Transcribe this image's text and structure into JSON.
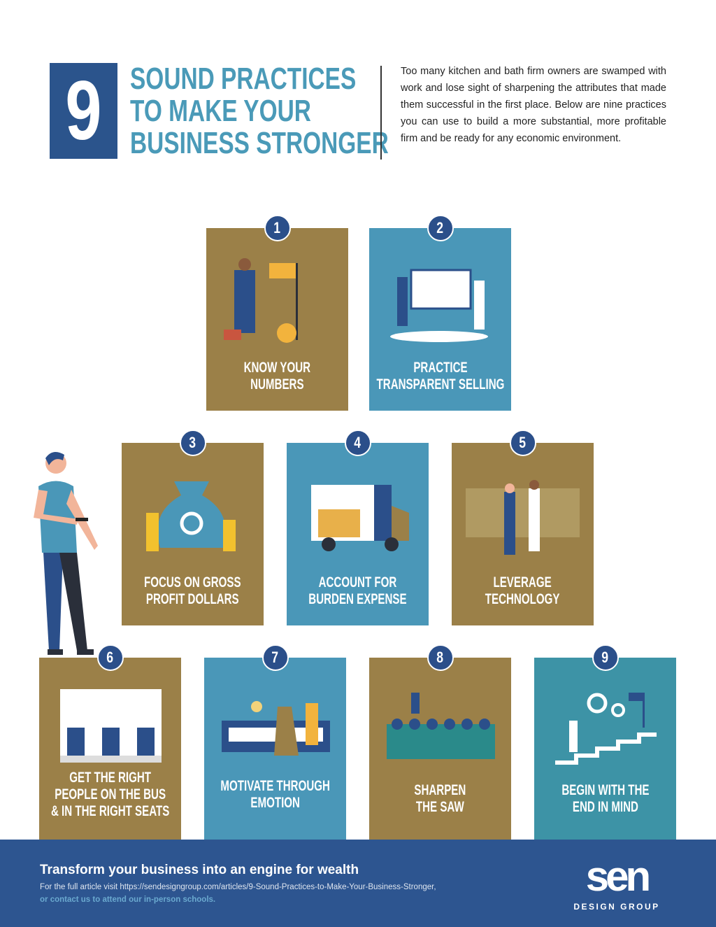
{
  "header": {
    "number": "9",
    "title_lines": [
      "SOUND PRACTICES",
      "TO MAKE YOUR",
      "BUSINESS STRONGER"
    ],
    "intro": "Too many kitchen and bath firm owners are swamped with work and lose sight of sharpening the attributes that made them successful in the first place. Below are nine practices you can use to build a more substantial, more profitable firm and be ready for any economic environment."
  },
  "colors": {
    "navy": "#2b548c",
    "gold": "#9b8048",
    "blue": "#4a97b8",
    "teal": "#3d93a6",
    "title": "#4a9ab8"
  },
  "practices": [
    {
      "number": "1",
      "label": "Know your\nnumbers",
      "icon": "businessman-flag-coins-icon"
    },
    {
      "number": "2",
      "label": "Practice\ntransparent selling",
      "icon": "presentation-board-icon"
    },
    {
      "number": "3",
      "label": "Focus on gross\nprofit dollars",
      "icon": "money-bag-icon"
    },
    {
      "number": "4",
      "label": "Account for\nburden expense",
      "icon": "delivery-truck-icon"
    },
    {
      "number": "5",
      "label": "Leverage\ntechnology",
      "icon": "vr-headset-icon"
    },
    {
      "number": "6",
      "label": "Get the right\npeople on the bus\n& in the right seats",
      "icon": "bus-seats-icon"
    },
    {
      "number": "7",
      "label": "Motivate through\nemotion",
      "icon": "shopping-people-icon"
    },
    {
      "number": "8",
      "label": "Sharpen\nthe saw",
      "icon": "audience-speaker-icon"
    },
    {
      "number": "9",
      "label": "Begin with the\nend in mind",
      "icon": "stairs-goal-icon"
    }
  ],
  "footer": {
    "headline": "Transform your business into an engine for wealth",
    "subtext": "For the full article visit https://sendesigngroup.com/articles/9-Sound-Practices-to-Make-Your-Business-Stronger,",
    "cta": "or contact us to attend our in-person schools.",
    "logo_main": "sen",
    "logo_sub": "DESIGN GROUP"
  }
}
